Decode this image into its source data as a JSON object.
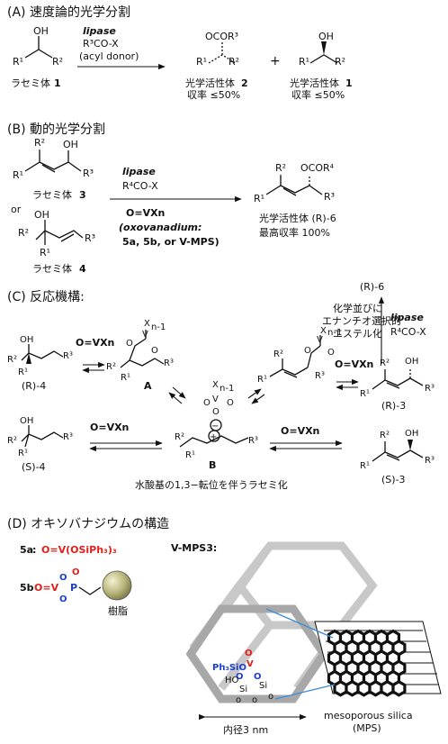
{
  "sectionA": {
    "title": "(A) 速度論的光学分割",
    "reagent1": "lipase",
    "reagent2": "R³CO-X",
    "reagent3": "(acyl donor)",
    "racemate_label": "ラセミ体",
    "racemate_num": "1",
    "product1_group": "OCOR³",
    "product1_label": "光学活性体",
    "product1_num": "2",
    "product1_yield": "収率 ≤50%",
    "plus": "+",
    "product2_label": "光学活性体",
    "product2_num": "1",
    "product2_yield": "収率 ≤50%"
  },
  "sectionB": {
    "title": "(B) 動的光学分割",
    "sub3_label": "ラセミ体",
    "sub3_num": "3",
    "or": "or",
    "sub4_label": "ラセミ体",
    "sub4_num": "4",
    "reagent1": "lipase",
    "reagent2": "R⁴CO-X",
    "reagent3": "O=VXn",
    "reagent4": "(oxovanadium:",
    "reagent5": "5a, 5b, or V-MPS)",
    "product_group": "OCOR⁴",
    "product_label": "光学活性体 (R)-6",
    "product_yield": "最高収率 100%"
  },
  "sectionC": {
    "title": "(C) 反応機構:",
    "top_product": "(R)-6",
    "note1": "化学並びに",
    "note2": "エナンチオ選択的",
    "note3": "エステル化",
    "lipase": "lipase",
    "r4cox": "R⁴CO-X",
    "ovx": "O=VXn",
    "R4": "(R)-4",
    "A": "A",
    "B": "B",
    "R3": "(R)-3",
    "S4": "(S)-4",
    "S3": "(S)-3",
    "caption": "水酸基の1,3−転位を伴うラセミ化"
  },
  "sectionD": {
    "title": "(D) オキソバナジウムの構造",
    "l5a": "5a",
    "f5a": "O=V(OSiPh₃)₃",
    "l5b": "5b",
    "resin": "樹脂",
    "vmps": "V-MPS3:",
    "ph3sio": "Ph₃SiO",
    "silica1": "mesoporous silica",
    "silica2": "(MPS)",
    "diameter": "内径3 nm"
  }
}
